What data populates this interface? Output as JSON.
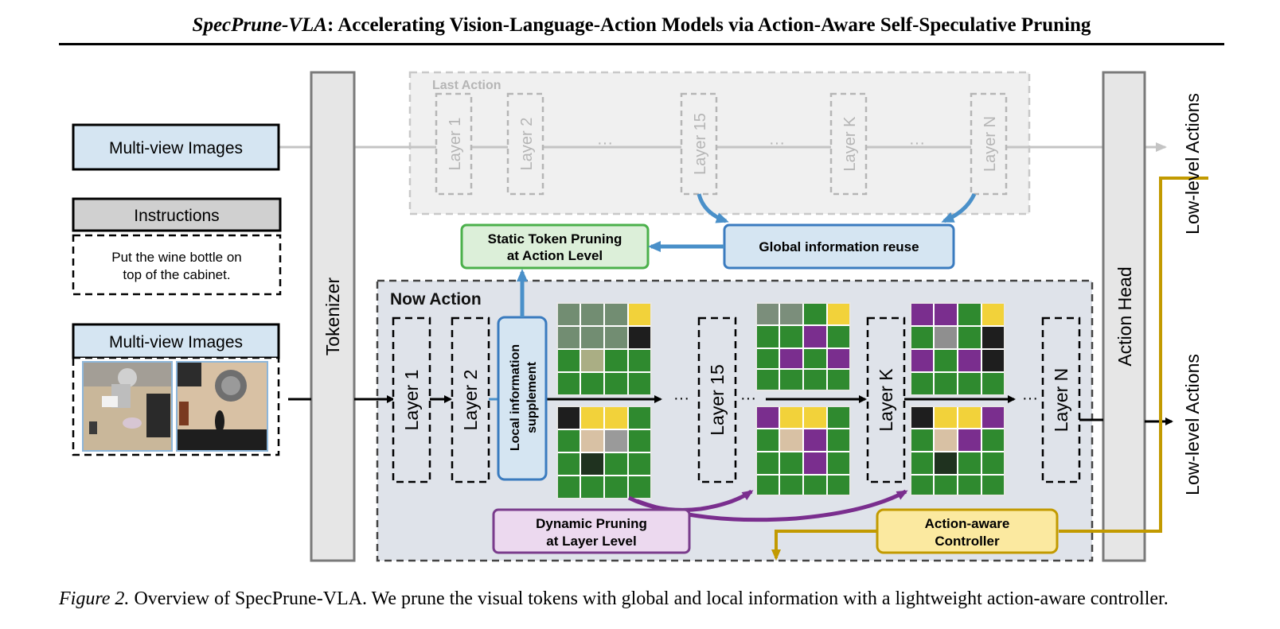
{
  "header": {
    "title_italic": "SpecPrune-VLA",
    "title_rest": ": Accelerating Vision-Language-Action Models via Action-Aware Self-Speculative Pruning"
  },
  "inputs": {
    "images_top": "Multi-view Images",
    "instructions_label": "Instructions",
    "instruction_line1": "Put the wine bottle on",
    "instruction_line2": "top of the cabinet.",
    "images_bottom": "Multi-view Images"
  },
  "tokenizer": "Tokenizer",
  "action_head": "Action Head",
  "last_action": {
    "label": "Last Action",
    "layers": [
      "Layer 1",
      "Layer 2",
      "Layer 15",
      "Layer K",
      "Layer N"
    ],
    "ellipsis": "···"
  },
  "boxes": {
    "static_line1": "Static Token Pruning",
    "static_line2": "at Action Level",
    "global": "Global information reuse",
    "local_line1": "Local information",
    "local_line2": "supplement",
    "dynamic_line1": "Dynamic Pruning",
    "dynamic_line2": "at Layer Level",
    "controller_line1": "Action-aware",
    "controller_line2": "Controller"
  },
  "now_action": {
    "label": "Now Action",
    "layers": [
      "Layer 1",
      "Layer 2",
      "Layer 15",
      "Layer K",
      "Layer N"
    ],
    "ellipsis": "···"
  },
  "outputs": {
    "top": "Low-level Actions",
    "bottom": "Low-level Actions"
  },
  "caption": {
    "label": "Figure 2.",
    "text": " Overview of SpecPrune-VLA. We prune the visual tokens with global and local information with a lightweight action-aware controller."
  },
  "colors": {
    "blue_fill": "#d5e5f2",
    "blue_stroke": "#3a7bbf",
    "green_fill": "#dcefd9",
    "green_stroke": "#4bb04b",
    "purple_fill": "#ecd9ef",
    "purple_stroke": "#7a3c8c",
    "yellow_fill": "#fbe9a0",
    "yellow_stroke": "#c29a00",
    "gold_line": "#c29a00",
    "token_green": "#2f8a2f",
    "token_purple": "#7a2e8e",
    "token_yellow": "#f2d23a",
    "now_action_bg": "#dfe3ea"
  }
}
